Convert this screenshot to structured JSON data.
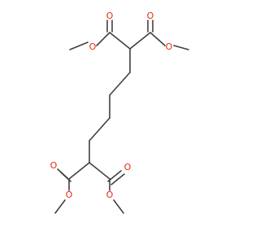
{
  "molecule": {
    "atom_color": "#e8290b",
    "bond_color": "#404040",
    "atoms": {
      "o1": "O",
      "o2": "O",
      "o3": "O",
      "o4": "O",
      "o5": "O",
      "o6": "O",
      "o7": "O",
      "o8": "O"
    }
  }
}
